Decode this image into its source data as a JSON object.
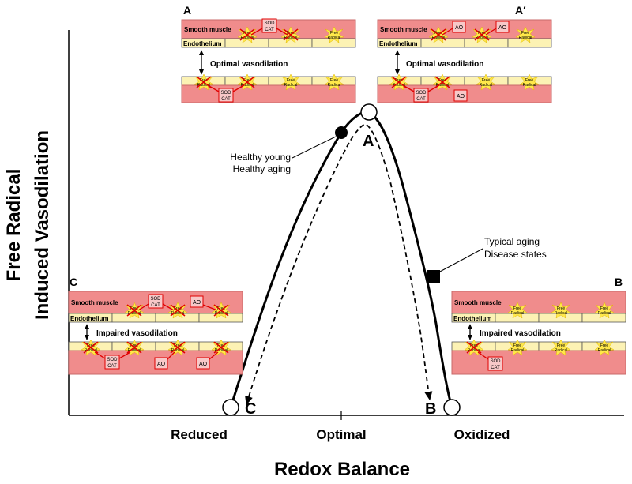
{
  "axes": {
    "x_title": "Redox Balance",
    "y_title_line1": "Free Radical",
    "y_title_line2": "Induced Vasodilation",
    "x_ticks": [
      "Reduced",
      "Optimal",
      "Oxidized"
    ]
  },
  "point_labels": {
    "A": "A",
    "B": "B",
    "C": "C"
  },
  "annotations": {
    "healthy_line1": "Healthy young",
    "healthy_line2": "Healthy aging",
    "disease_line1": "Typical aging",
    "disease_line2": "Disease states"
  },
  "panels": {
    "A": {
      "letter": "A",
      "caption": "Optimal vasodilation"
    },
    "A_prime": {
      "letter": "A′",
      "caption": "Optimal vasodilation"
    },
    "B": {
      "letter": "B",
      "caption": "Impaired vasodilation"
    },
    "C": {
      "letter": "C",
      "caption": "Impaired vasodilation"
    }
  },
  "cell_labels": {
    "smooth_muscle": "Smooth muscle",
    "endothelium": "Endothelium",
    "free_radical_1": "Free",
    "free_radical_2": "Radical",
    "sod": "SOD",
    "cat": "CAT",
    "ao": "AO"
  },
  "colors": {
    "smooth_muscle": "#f08c8c",
    "endothelium": "#fcf2b4",
    "burst": "#ffe84a",
    "inhibit": "#e00000"
  }
}
